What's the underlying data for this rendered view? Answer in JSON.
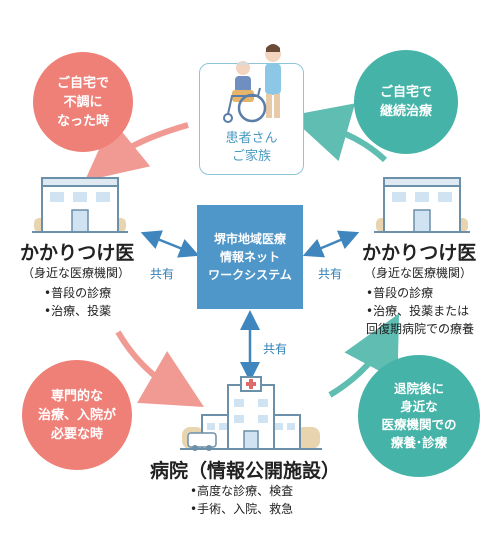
{
  "patient": {
    "label": "患者さん\nご家族"
  },
  "center": {
    "label": "堺市地域医療\n情報ネット\nワークシステム"
  },
  "bubbles": {
    "top_left": "ご自宅で\n不調に\nなった時",
    "top_right": "ご自宅で\n継続治療",
    "bottom_left": "専門的な\n治療、入院が\n必要な時",
    "bottom_right": "退院後に\n身近な\n医療機関での\n療養･診療"
  },
  "left_clinic": {
    "title": "かかりつけ医",
    "subtitle": "（身近な医療機関）",
    "items": [
      "•普段の診療",
      "•治療、投薬"
    ]
  },
  "right_clinic": {
    "title": "かかりつけ医",
    "subtitle": "（身近な医療機関）",
    "items": [
      "•普段の診療",
      "•治療、投薬または",
      "回復期病院での療養"
    ]
  },
  "hospital": {
    "title": "病院（情報公開施設）",
    "items": [
      "•高度な診療、検査",
      "•手術、入院、救急"
    ]
  },
  "share_labels": {
    "left": "共有",
    "right": "共有",
    "bottom": "共有"
  },
  "colors": {
    "red": "#ee8078",
    "teal": "#45b3a8",
    "blue": "#4f96c9",
    "arrow": "#3f86bf"
  }
}
